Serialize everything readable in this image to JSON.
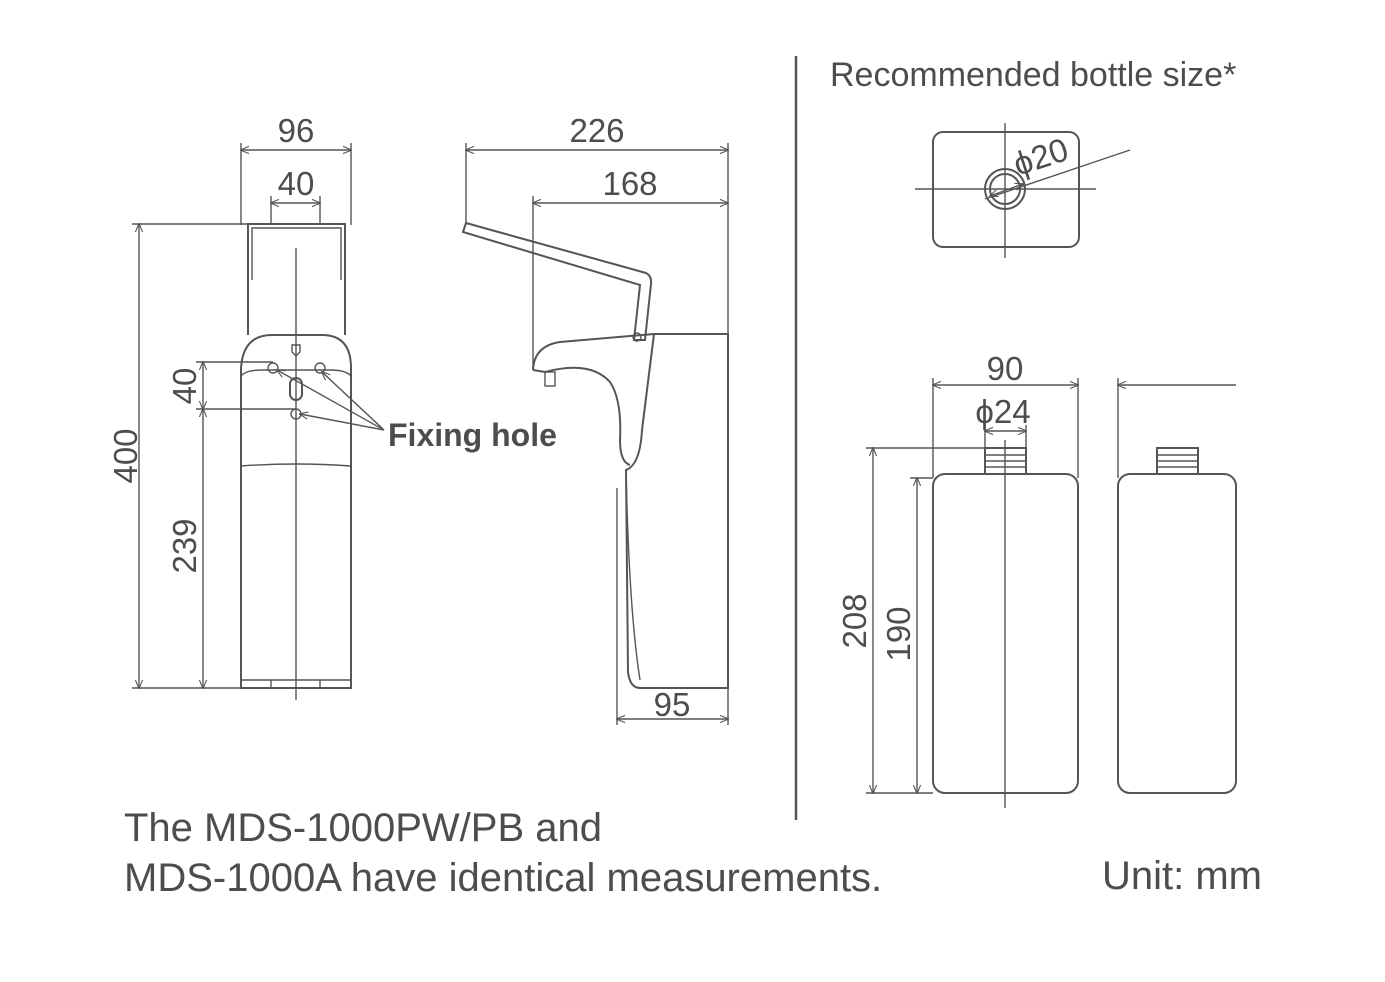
{
  "front_view": {
    "width_label": "96",
    "inner_width_label": "40",
    "height_label": "400",
    "hole_spacing_label": "40",
    "lower_height_label": "239"
  },
  "side_view": {
    "depth_label": "226",
    "lever_depth_label": "168",
    "base_depth_label": "95"
  },
  "fixing_hole_label": "Fixing hole",
  "bottle": {
    "title": "Recommended bottle size*",
    "top_diameter_label": "ϕ20",
    "width_label": "90",
    "neck_diameter_label": "ϕ24",
    "total_height_label": "208",
    "body_height_label": "190"
  },
  "note_line1": "The MDS-1000PW/PB and",
  "note_line2": "MDS-1000A have identical measurements.",
  "unit_label": "Unit: mm"
}
